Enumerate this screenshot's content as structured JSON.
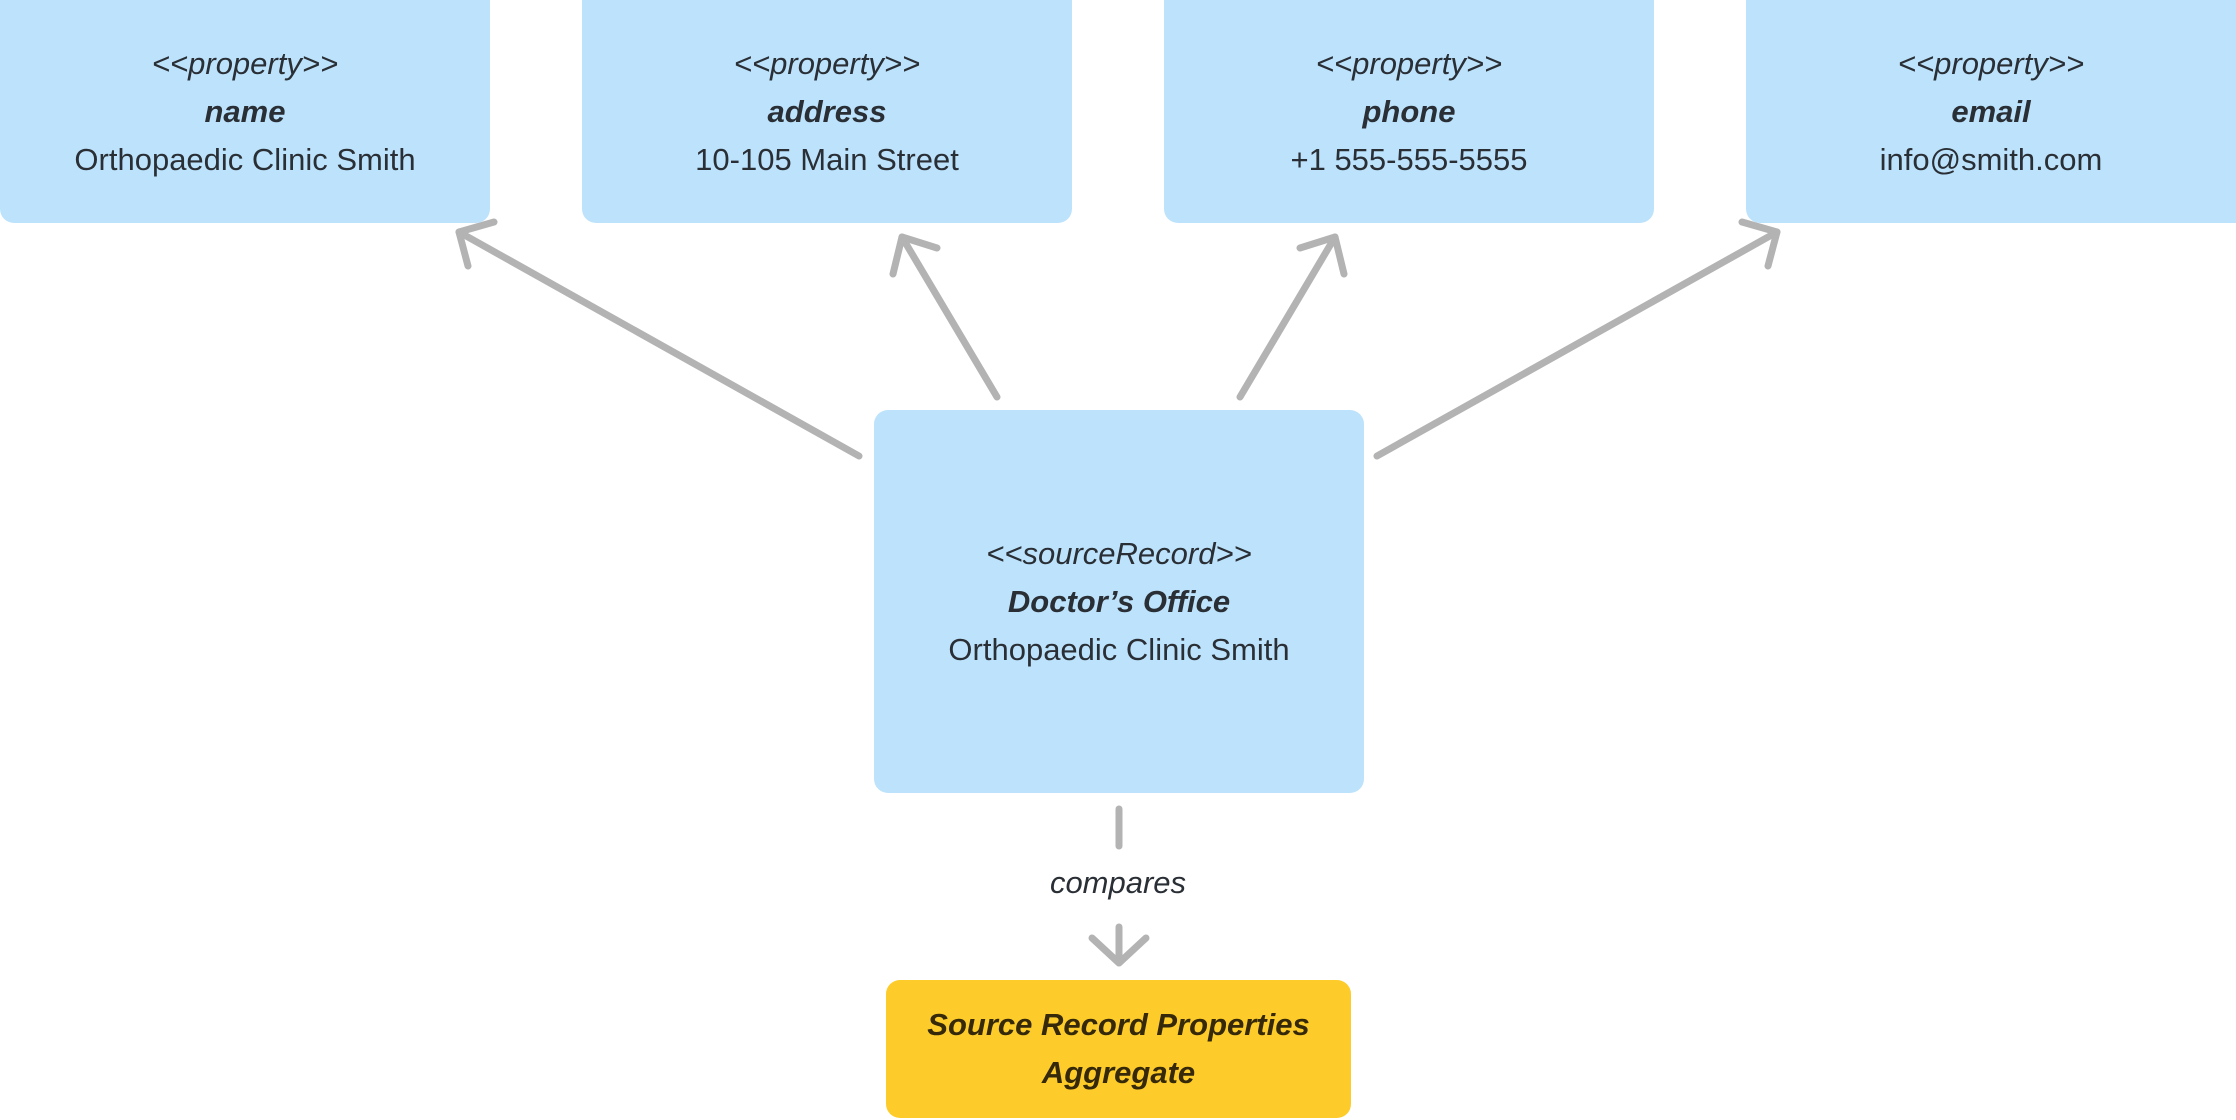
{
  "colors": {
    "node_fill": "#bde3fc",
    "aggregate_fill": "#fdcc2a",
    "edge_stroke": "#b3b3b3",
    "text": "#2a2f36"
  },
  "properties": [
    {
      "stereotype": "<<property>>",
      "name": "name",
      "value": "Orthopaedic Clinic Smith"
    },
    {
      "stereotype": "<<property>>",
      "name": "address",
      "value": "10-105 Main Street"
    },
    {
      "stereotype": "<<property>>",
      "name": "phone",
      "value": "+1 555-555-5555"
    },
    {
      "stereotype": "<<property>>",
      "name": "email",
      "value": "info@smith.com"
    }
  ],
  "source_record": {
    "stereotype": "<<sourceRecord>>",
    "name": "Doctor’s Office",
    "value": "Orthopaedic Clinic Smith"
  },
  "aggregate": {
    "line1": "Source Record Properties",
    "line2": "Aggregate"
  },
  "edges": {
    "compares_label": "compares"
  }
}
